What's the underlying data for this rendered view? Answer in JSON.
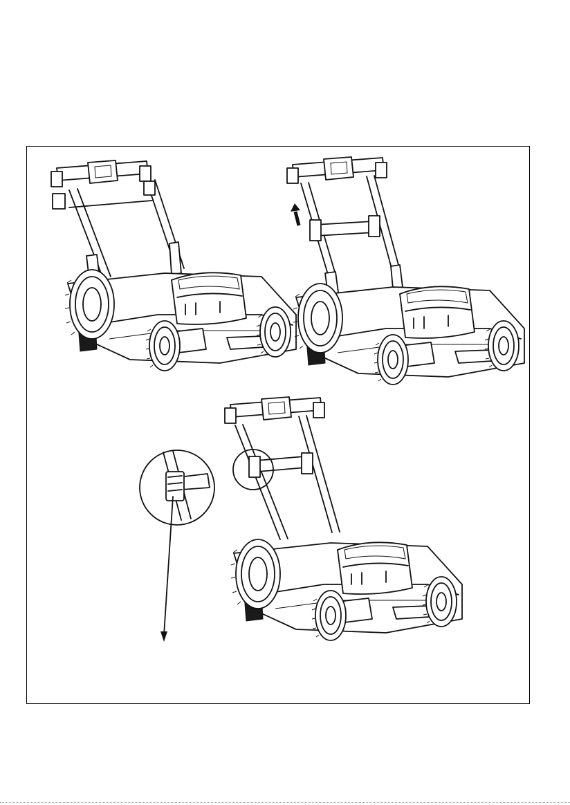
{
  "figure": {
    "panels": [
      {
        "id": "step-1",
        "handle_state": "folded"
      },
      {
        "id": "step-2",
        "handle_state": "raised",
        "arrow_direction": "up"
      },
      {
        "id": "step-3",
        "handle_state": "upright",
        "detail": "handle-lock-knob"
      }
    ],
    "colors": {
      "line": "#111111",
      "background": "#ffffff"
    }
  }
}
